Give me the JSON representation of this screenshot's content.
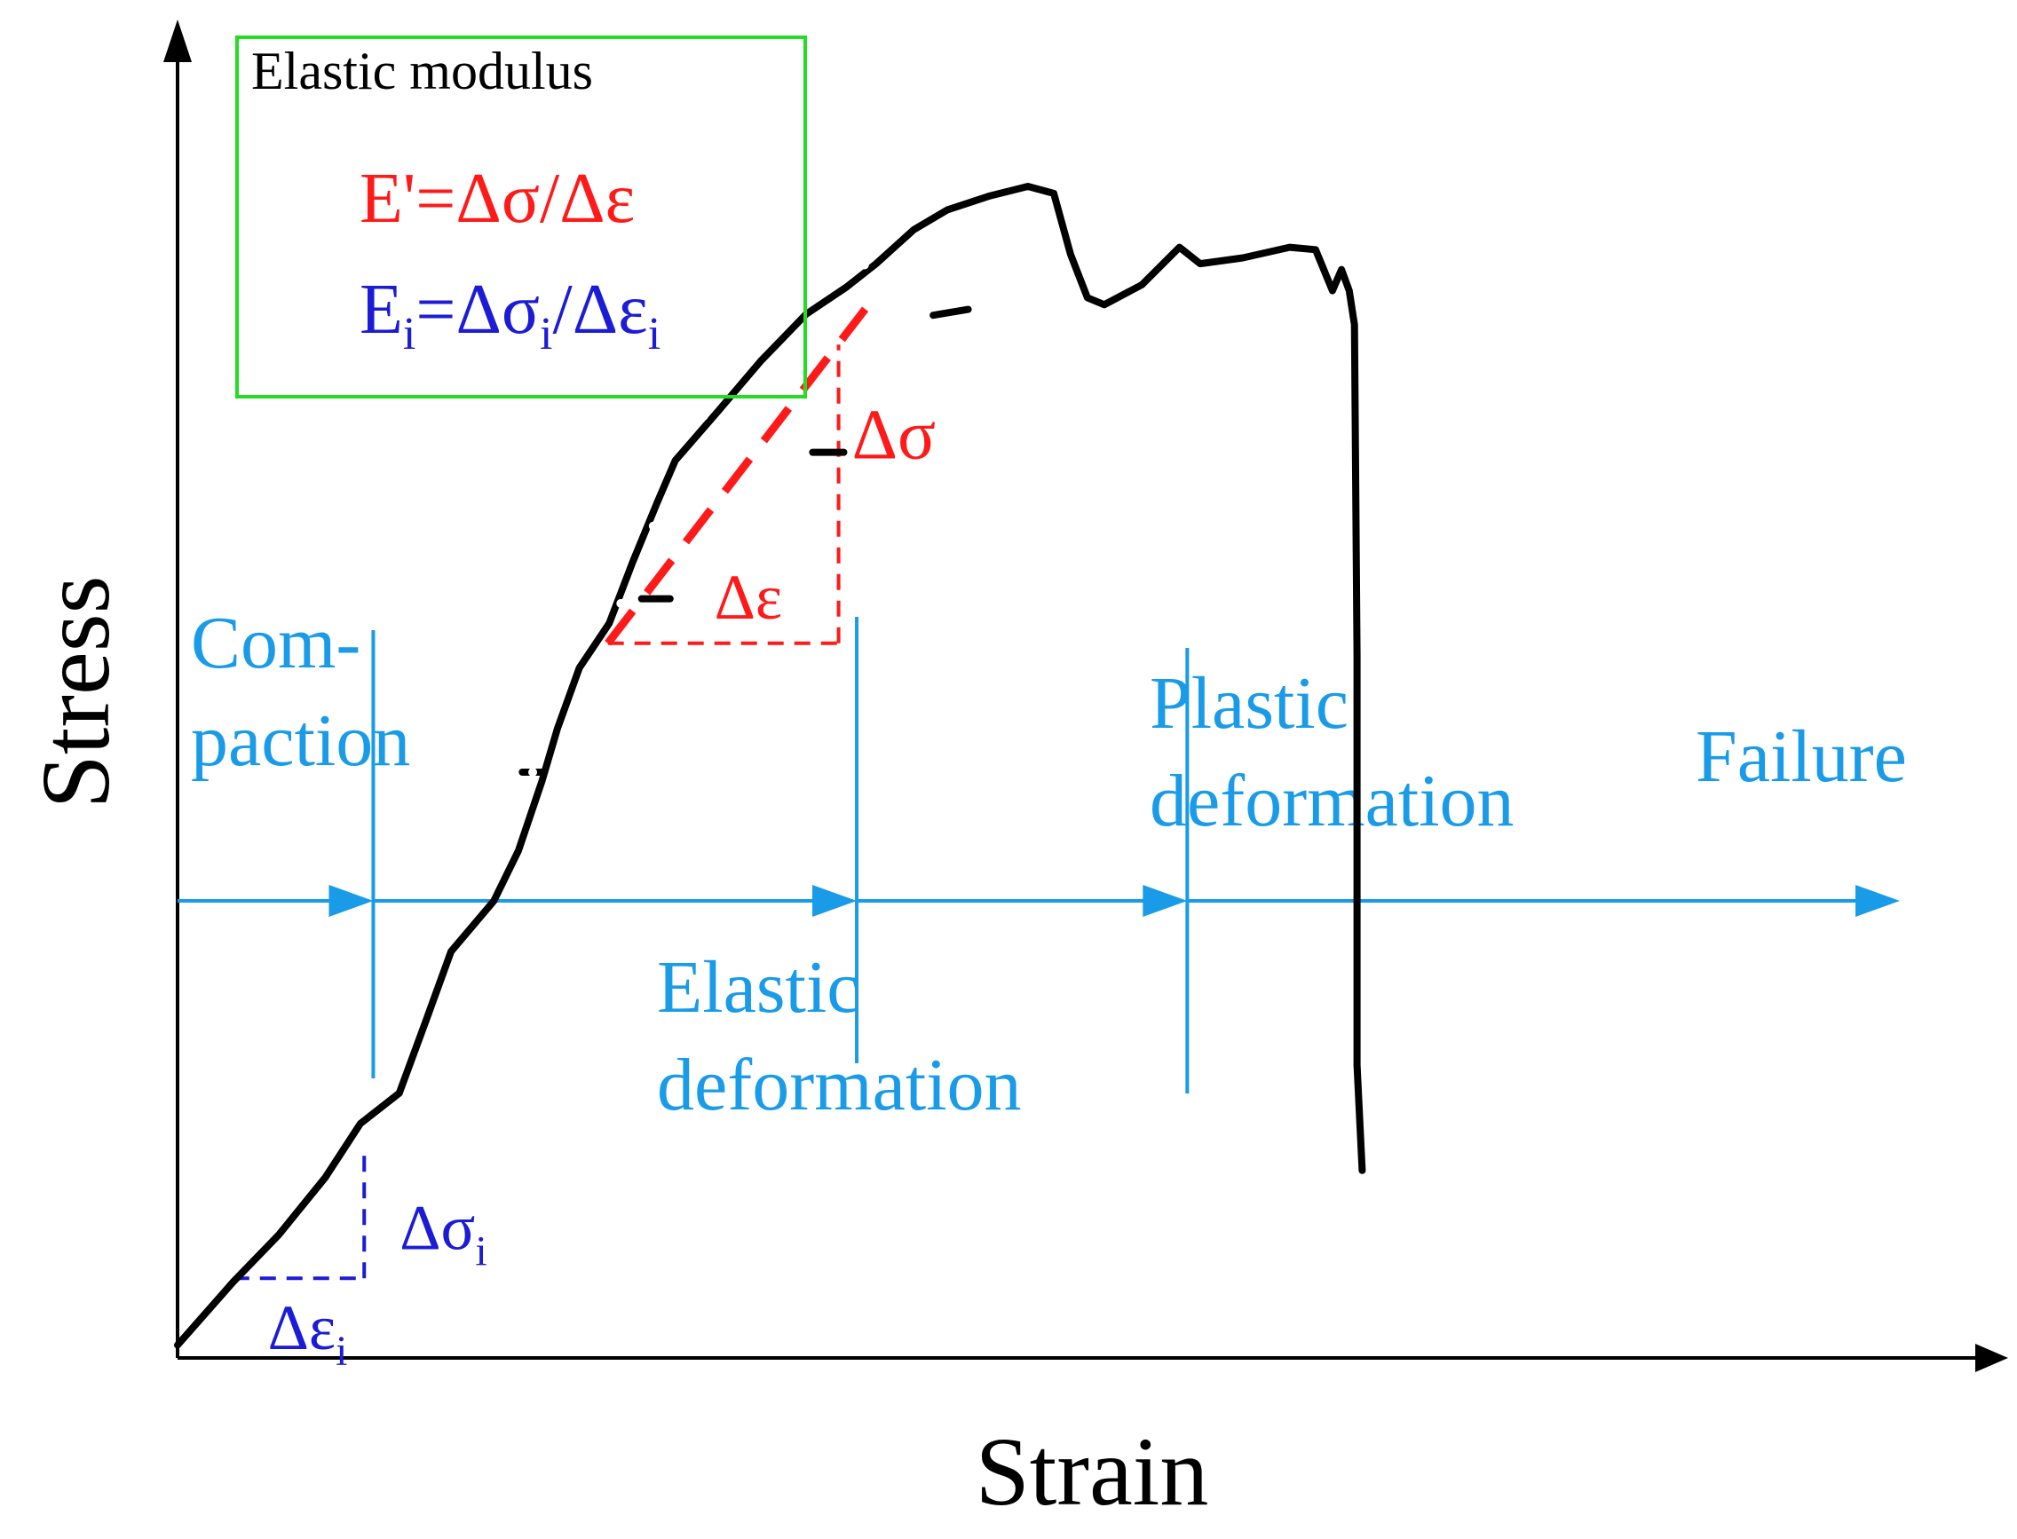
{
  "chart_data": {
    "type": "line",
    "title": "",
    "xlabel": "Strain",
    "ylabel": "Stress",
    "xlim": [
      0,
      100
    ],
    "ylim": [
      0,
      100
    ],
    "grid": false,
    "curve": [
      [
        0,
        1.1
      ],
      [
        4.3,
        6.5
      ],
      [
        7.8,
        10.5
      ],
      [
        11.4,
        15.4
      ],
      [
        14.1,
        20.0
      ],
      [
        17.1,
        22.6
      ],
      [
        19.1,
        28.6
      ],
      [
        21.1,
        34.7
      ],
      [
        24.4,
        39.0
      ],
      [
        26.3,
        43.3
      ],
      [
        28.1,
        49.2
      ],
      [
        29.3,
        53.7
      ],
      [
        31.0,
        58.9
      ],
      [
        33.3,
        62.7
      ],
      [
        35.1,
        67.9
      ],
      [
        37.0,
        73.0
      ],
      [
        38.4,
        76.6
      ],
      [
        41.7,
        80.8
      ],
      [
        45.0,
        85.1
      ],
      [
        48.5,
        89.1
      ],
      [
        51.6,
        91.4
      ],
      [
        53.9,
        93.4
      ],
      [
        56.8,
        96.3
      ],
      [
        59.4,
        98.0
      ],
      [
        62.7,
        99.2
      ],
      [
        65.6,
        100.0
      ],
      [
        67.6,
        99.4
      ],
      [
        68.9,
        94.2
      ],
      [
        70.2,
        90.5
      ],
      [
        71.5,
        89.9
      ],
      [
        74.4,
        91.6
      ],
      [
        77.3,
        94.8
      ],
      [
        78.9,
        93.4
      ],
      [
        82.2,
        93.9
      ],
      [
        85.8,
        94.8
      ],
      [
        87.8,
        94.6
      ],
      [
        89.1,
        91.1
      ],
      [
        89.8,
        92.9
      ],
      [
        90.4,
        91.1
      ],
      [
        90.8,
        88.2
      ],
      [
        91.0,
        60.0
      ],
      [
        91.0,
        25.0
      ],
      [
        91.4,
        16.0
      ]
    ],
    "curve_gaps": [
      [
        27.4,
        50.0
      ],
      [
        34.2,
        64.4
      ],
      [
        36.7,
        71.0
      ],
      [
        40.6,
        80.4
      ],
      [
        53.0,
        93.3
      ]
    ],
    "curve_ledges": [
      [
        26.6,
        50.0,
        28.2,
        50.0
      ],
      [
        35.8,
        64.8,
        38.0,
        64.8
      ],
      [
        49.0,
        77.3,
        51.4,
        77.3
      ],
      [
        58.3,
        89.0,
        61.0,
        89.5
      ]
    ],
    "phase_boundaries": [
      15.1,
      52.4,
      77.9
    ],
    "phases": [
      "Com-\npaction",
      "Elastic\ndeformation",
      "Plastic\ndeformation",
      "Failure"
    ],
    "tangent_triangle": {
      "x1": 33.2,
      "y1": 61.0,
      "x2": 51.0,
      "y2": 86.5,
      "dx_label": "Δε",
      "dy_label": "Δσ"
    },
    "secant_triangle": {
      "x1": 4.3,
      "y1": 6.8,
      "x2": 14.4,
      "y2": 17.8,
      "dx_label": "Δε",
      "dx_sub": "i",
      "dy_label": "Δσ",
      "dy_sub": "i"
    },
    "legend": {
      "title": "Elastic modulus",
      "line1": "E'=Δσ/Δε",
      "line2_parts": [
        "E",
        "i",
        "=Δσ",
        "i",
        "/Δε",
        "i"
      ]
    }
  },
  "colors": {
    "curve": "#000000",
    "phase": "#1a9be8",
    "tangent": "#ff1a1a",
    "secant": "#1c1cd6",
    "legend_border": "#22dd22",
    "axis": "#000000"
  }
}
